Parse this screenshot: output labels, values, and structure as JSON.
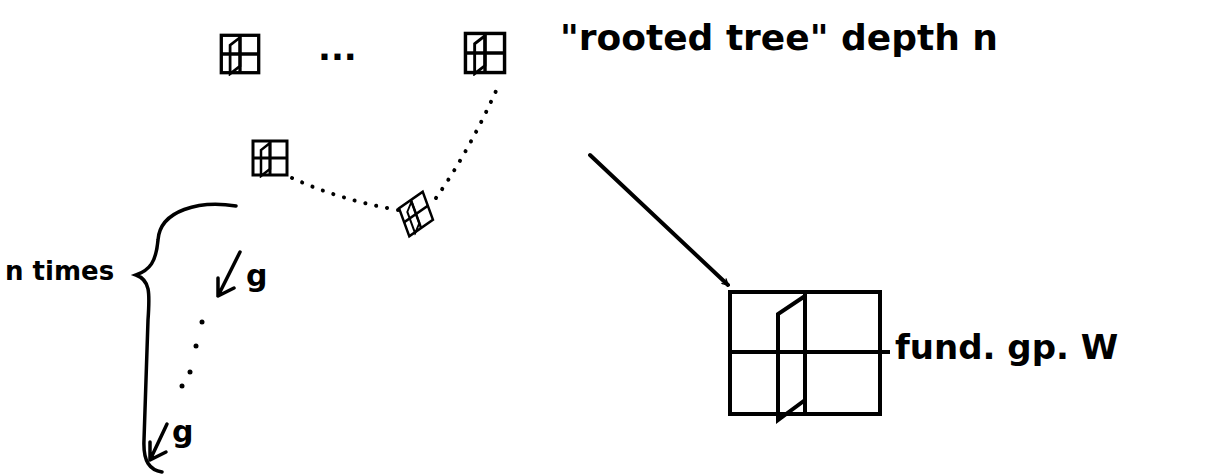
{
  "diagram": {
    "nodes": [
      {
        "text": [
          "\"rooted tree\" depth n"
        ]
      },
      {
        "text": [
          "fund. gp. W"
        ]
      }
    ],
    "edges": [
      {
        "from": 0,
        "to": 1,
        "arrow": "to"
      }
    ],
    "labels": [
      "...",
      "n times",
      "g",
      "g"
    ]
  }
}
